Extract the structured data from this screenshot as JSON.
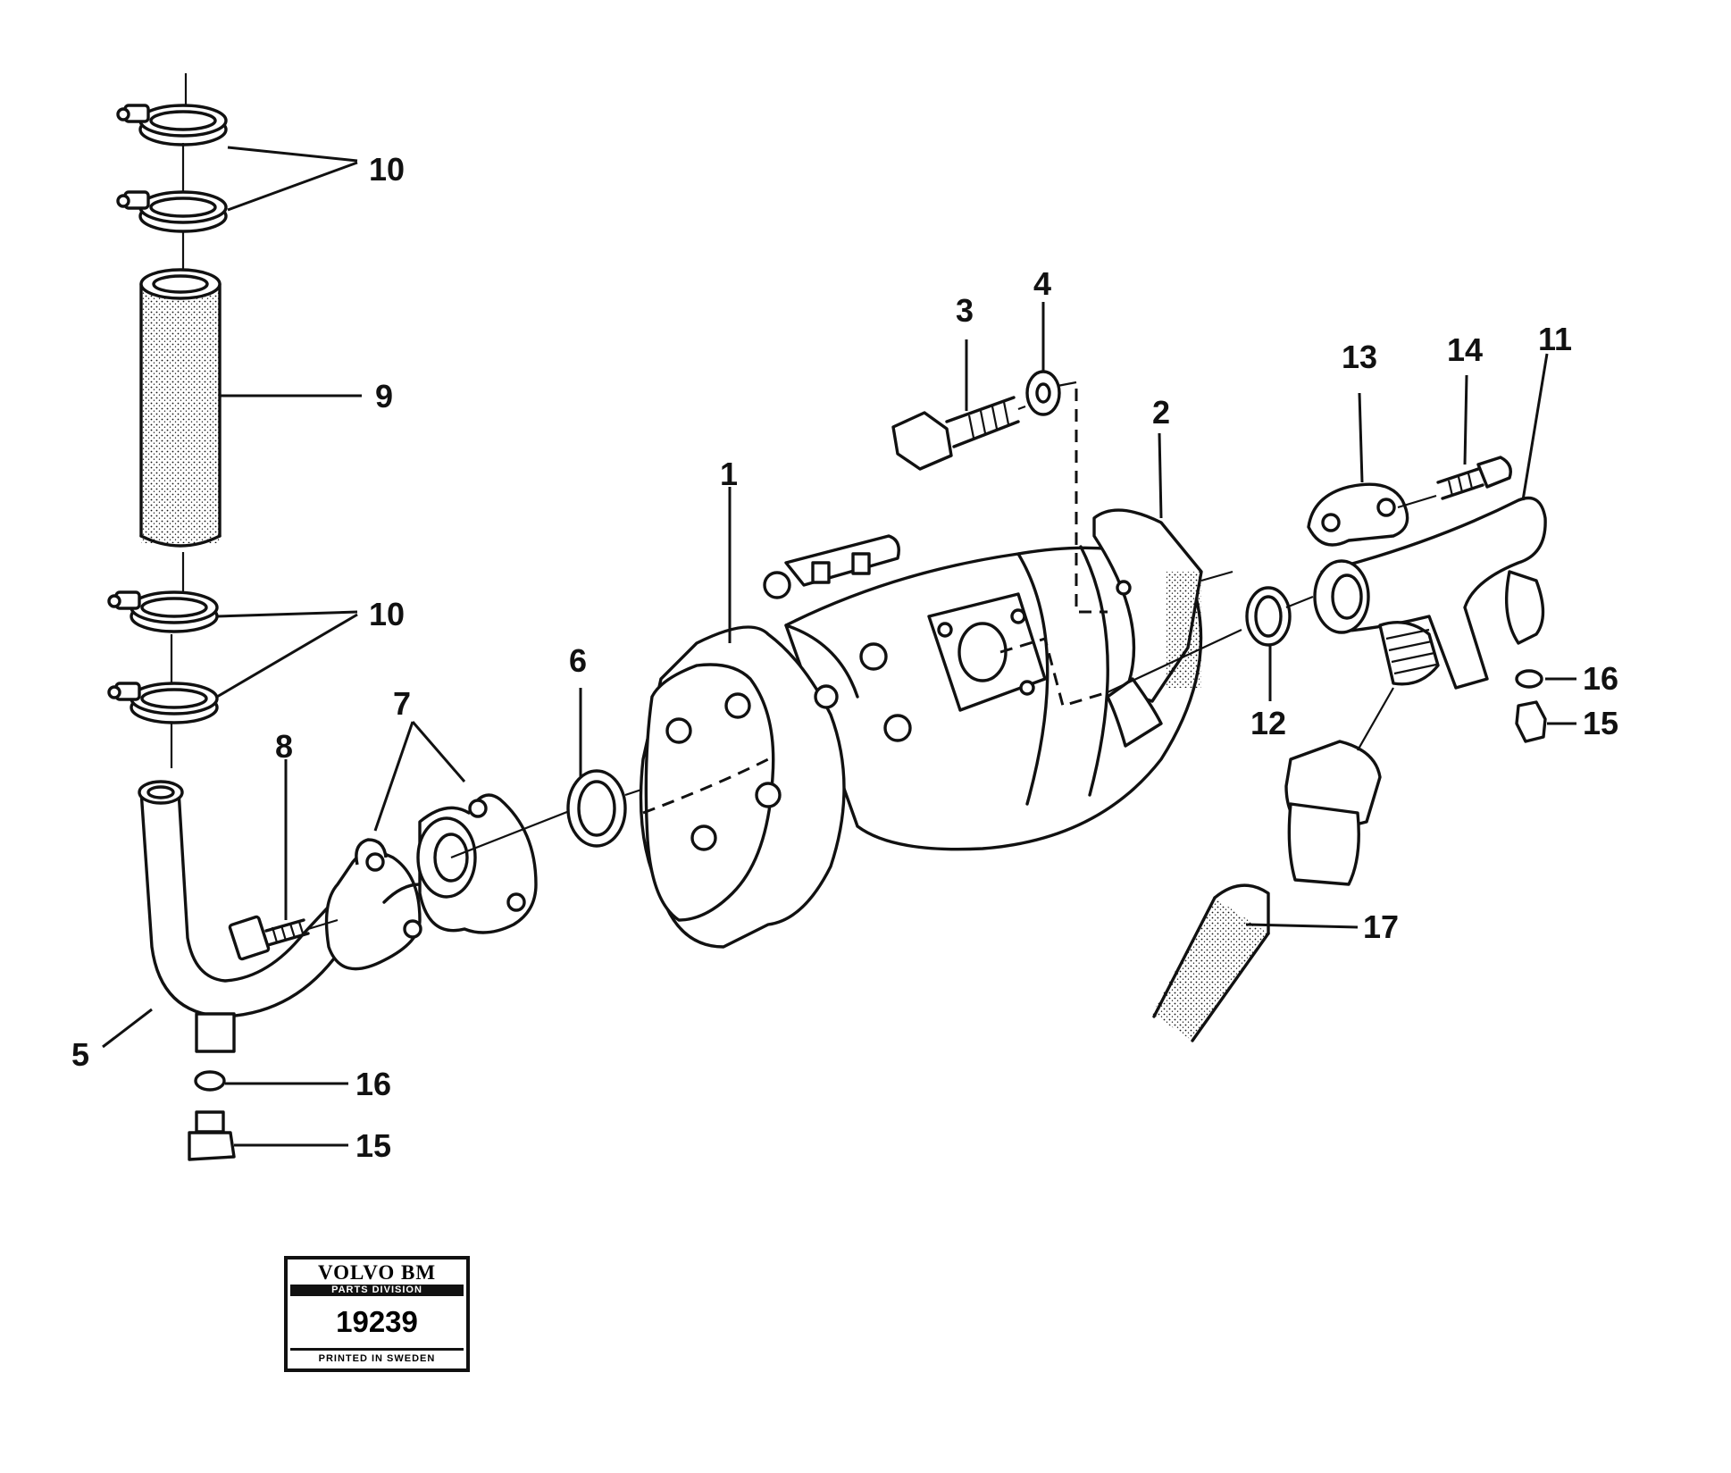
{
  "callouts": {
    "c1": "1",
    "c2": "2",
    "c3": "3",
    "c4": "4",
    "c5": "5",
    "c6": "6",
    "c7": "7",
    "c8": "8",
    "c9": "9",
    "c10a": "10",
    "c10b": "10",
    "c11": "11",
    "c12": "12",
    "c13": "13",
    "c14": "14",
    "c15a": "15",
    "c15b": "15",
    "c16a": "16",
    "c16b": "16",
    "c17": "17"
  },
  "stamp": {
    "brand": "VOLVO BM",
    "division": "PARTS DIVISION",
    "number": "19239",
    "printed": "PRINTED IN SWEDEN"
  }
}
